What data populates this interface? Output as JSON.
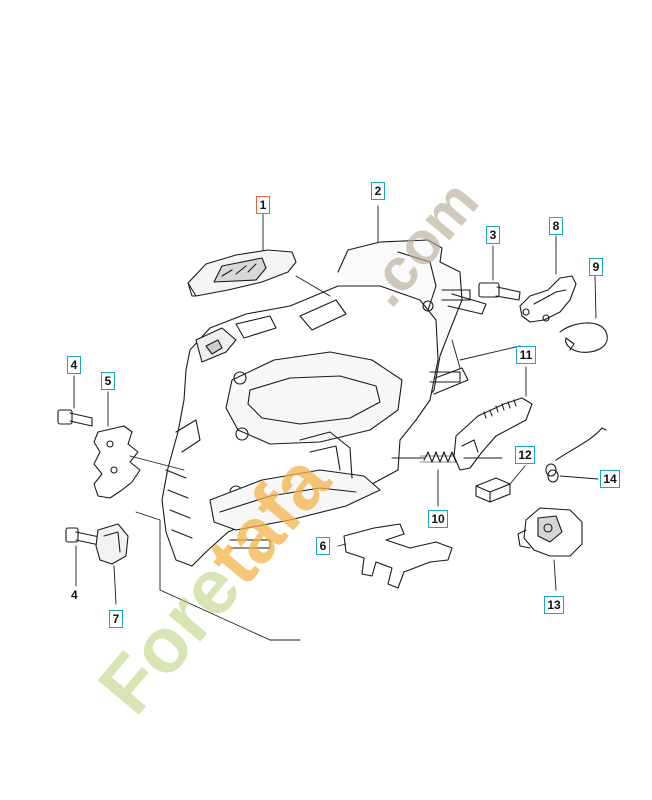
{
  "callouts": {
    "c1": "1",
    "c2": "2",
    "c3": "3",
    "c4a": "4",
    "c4b": "4",
    "c5": "5",
    "c6": "6",
    "c7": "7",
    "c8": "8",
    "c9": "9",
    "c10": "10",
    "c11": "11",
    "c12": "12",
    "c13": "13",
    "c14": "14"
  },
  "watermark": {
    "part1": "Fore",
    "part2": "tafa",
    "part3": ".com"
  },
  "colors": {
    "callout_border": "#19a7c9",
    "highlight_border": "#e8623a",
    "line_art": "#1a1a1a",
    "watermark_green": "#b9cd78",
    "watermark_orange": "#f4b24a",
    "watermark_grey": "#b9ac96"
  }
}
